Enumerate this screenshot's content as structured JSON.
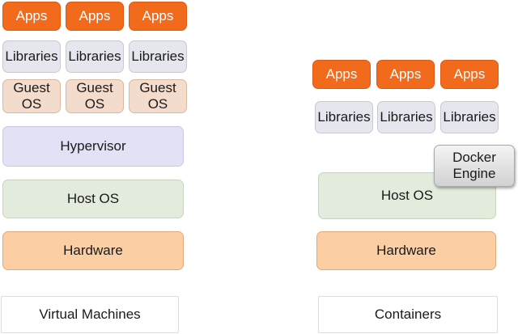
{
  "vm": {
    "apps": [
      "Apps",
      "Apps",
      "Apps"
    ],
    "libraries": [
      "Libraries",
      "Libraries",
      "Libraries"
    ],
    "guest_os": [
      "Guest\nOS",
      "Guest\nOS",
      "Guest\nOS"
    ],
    "hypervisor": "Hypervisor",
    "host_os": "Host OS",
    "hardware": "Hardware",
    "caption": "Virtual Machines"
  },
  "containers": {
    "apps": [
      "Apps",
      "Apps",
      "Apps"
    ],
    "libraries": [
      "Libraries",
      "Libraries",
      "Libraries"
    ],
    "docker_engine": "Docker\nEngine",
    "host_os": "Host OS",
    "hardware": "Hardware",
    "caption": "Containers"
  },
  "colors": {
    "apps": "#f26a1b",
    "libraries": "#e6e6ee",
    "guest_os": "#f3dccc",
    "hypervisor": "#e2e2f6",
    "host_os": "#e3ebdd",
    "hardware": "#fbcfa3"
  }
}
